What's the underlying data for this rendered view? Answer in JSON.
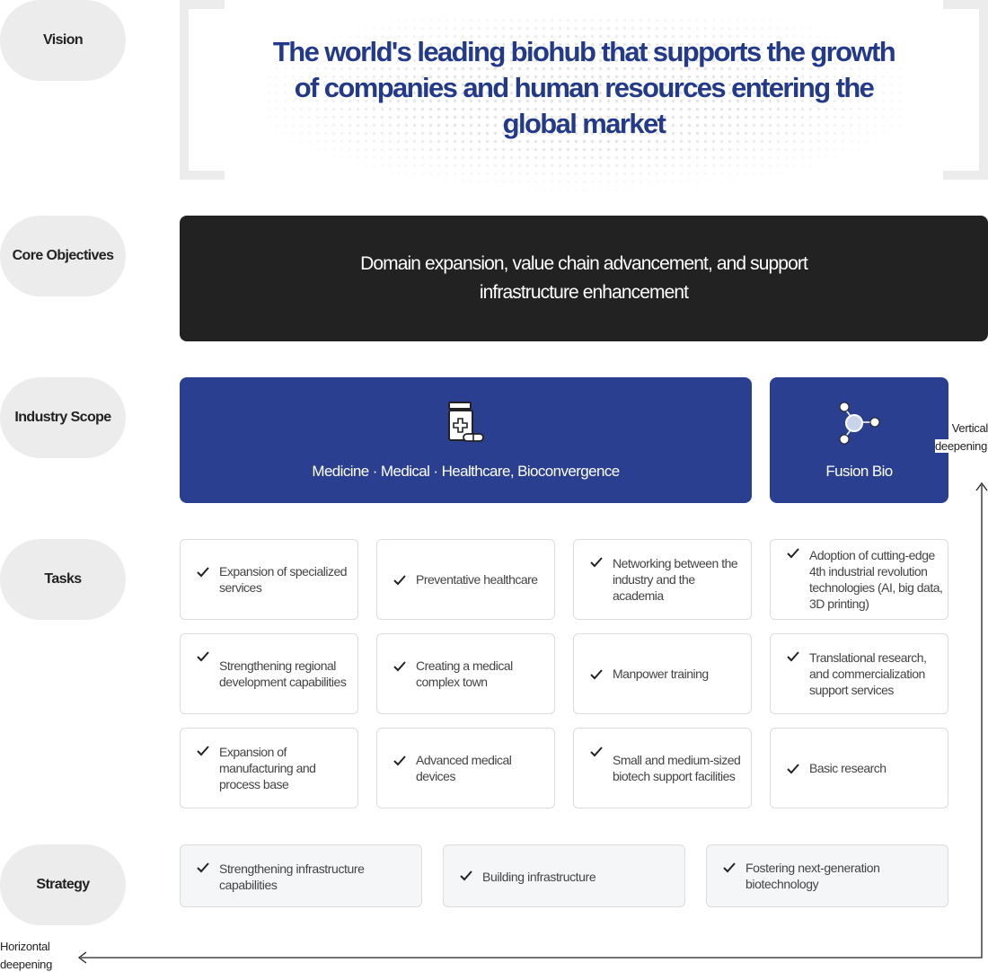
{
  "rows": {
    "vision": "Vision",
    "core": "Core Objectives",
    "scope": "Industry Scope",
    "tasks": "Tasks",
    "strategy": "Strategy"
  },
  "vision_text": "The world's leading biohub that supports the growth of companies and human resources entering the global market",
  "core_objective": "Domain expansion, value chain advancement, and support infrastructure enhancement",
  "industry_scope": {
    "main": {
      "label": "Medicine · Medical · Healthcare, Bioconvergence",
      "icon": "medicine-bottle-icon"
    },
    "fusion": {
      "label": "Fusion Bio",
      "icon": "molecule-icon"
    }
  },
  "tasks": [
    [
      "Expansion of specialized services",
      "Preventative healthcare",
      "Networking between the industry and the academia",
      "Adoption of cutting-edge 4th industrial revolution technologies (AI, big data, 3D printing)"
    ],
    [
      "Strengthening regional development capabilities",
      "Creating a medical complex town",
      "Manpower training",
      "Translational research, and commercialization support services"
    ],
    [
      "Expansion of manufacturing and process base",
      "Advanced medical devices",
      "Small and medium-sized biotech support facilities",
      "Basic research"
    ]
  ],
  "strategy": [
    "Strengthening infrastructure capabilities",
    "Building infrastructure",
    "Fostering next-generation biotechnology"
  ],
  "axes": {
    "vertical": "Vertical deepening",
    "horizontal": "Horizontal deepening"
  },
  "colors": {
    "navy": "#2a3f8f",
    "vision_text": "#233a8b",
    "dark": "#222222",
    "pill": "#ececec"
  }
}
